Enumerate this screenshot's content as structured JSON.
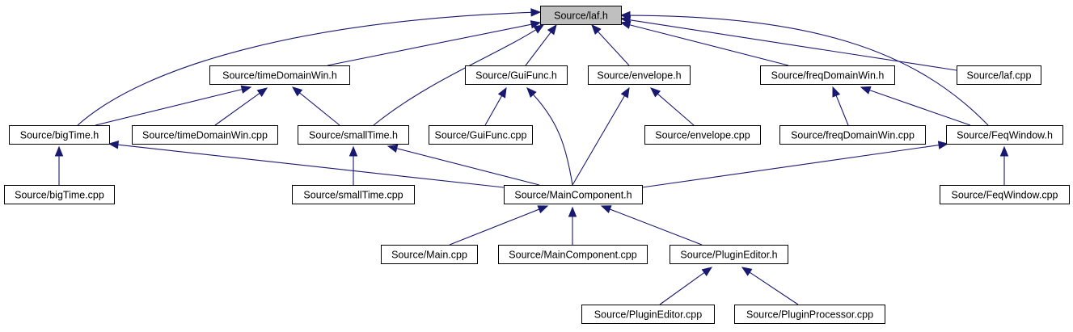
{
  "graph": {
    "nodes": [
      {
        "id": "laf_h",
        "label": "Source/laf.h",
        "root": true
      },
      {
        "id": "timeDomainWin_h",
        "label": "Source/timeDomainWin.h"
      },
      {
        "id": "GuiFunc_h",
        "label": "Source/GuiFunc.h"
      },
      {
        "id": "envelope_h",
        "label": "Source/envelope.h"
      },
      {
        "id": "freqDomainWin_h",
        "label": "Source/freqDomainWin.h"
      },
      {
        "id": "laf_cpp",
        "label": "Source/laf.cpp"
      },
      {
        "id": "bigTime_h",
        "label": "Source/bigTime.h"
      },
      {
        "id": "timeDomainWin_cpp",
        "label": "Source/timeDomainWin.cpp"
      },
      {
        "id": "smallTime_h",
        "label": "Source/smallTime.h"
      },
      {
        "id": "GuiFunc_cpp",
        "label": "Source/GuiFunc.cpp"
      },
      {
        "id": "envelope_cpp",
        "label": "Source/envelope.cpp"
      },
      {
        "id": "freqDomainWin_cpp",
        "label": "Source/freqDomainWin.cpp"
      },
      {
        "id": "FeqWindow_h",
        "label": "Source/FeqWindow.h"
      },
      {
        "id": "bigTime_cpp",
        "label": "Source/bigTime.cpp"
      },
      {
        "id": "smallTime_cpp",
        "label": "Source/smallTime.cpp"
      },
      {
        "id": "MainComponent_h",
        "label": "Source/MainComponent.h"
      },
      {
        "id": "FeqWindow_cpp",
        "label": "Source/FeqWindow.cpp"
      },
      {
        "id": "Main_cpp",
        "label": "Source/Main.cpp"
      },
      {
        "id": "MainComponent_cpp",
        "label": "Source/MainComponent.cpp"
      },
      {
        "id": "PluginEditor_h",
        "label": "Source/PluginEditor.h"
      },
      {
        "id": "PluginEditor_cpp",
        "label": "Source/PluginEditor.cpp"
      },
      {
        "id": "PluginProcessor_cpp",
        "label": "Source/PluginProcessor.cpp"
      }
    ],
    "edges": [
      {
        "from": "timeDomainWin_h",
        "to": "laf_h"
      },
      {
        "from": "GuiFunc_h",
        "to": "laf_h"
      },
      {
        "from": "envelope_h",
        "to": "laf_h"
      },
      {
        "from": "freqDomainWin_h",
        "to": "laf_h"
      },
      {
        "from": "laf_cpp",
        "to": "laf_h"
      },
      {
        "from": "bigTime_h",
        "to": "laf_h"
      },
      {
        "from": "smallTime_h",
        "to": "laf_h"
      },
      {
        "from": "FeqWindow_h",
        "to": "laf_h"
      },
      {
        "from": "bigTime_h",
        "to": "timeDomainWin_h"
      },
      {
        "from": "timeDomainWin_cpp",
        "to": "timeDomainWin_h"
      },
      {
        "from": "smallTime_h",
        "to": "timeDomainWin_h"
      },
      {
        "from": "GuiFunc_cpp",
        "to": "GuiFunc_h"
      },
      {
        "from": "MainComponent_h",
        "to": "GuiFunc_h"
      },
      {
        "from": "MainComponent_h",
        "to": "envelope_h"
      },
      {
        "from": "envelope_cpp",
        "to": "envelope_h"
      },
      {
        "from": "freqDomainWin_cpp",
        "to": "freqDomainWin_h"
      },
      {
        "from": "FeqWindow_h",
        "to": "freqDomainWin_h"
      },
      {
        "from": "bigTime_cpp",
        "to": "bigTime_h"
      },
      {
        "from": "MainComponent_h",
        "to": "bigTime_h"
      },
      {
        "from": "smallTime_cpp",
        "to": "smallTime_h"
      },
      {
        "from": "MainComponent_h",
        "to": "smallTime_h"
      },
      {
        "from": "MainComponent_h",
        "to": "FeqWindow_h"
      },
      {
        "from": "FeqWindow_cpp",
        "to": "FeqWindow_h"
      },
      {
        "from": "Main_cpp",
        "to": "MainComponent_h"
      },
      {
        "from": "MainComponent_cpp",
        "to": "MainComponent_h"
      },
      {
        "from": "PluginEditor_h",
        "to": "MainComponent_h"
      },
      {
        "from": "PluginEditor_cpp",
        "to": "PluginEditor_h"
      },
      {
        "from": "PluginProcessor_cpp",
        "to": "PluginEditor_h"
      }
    ]
  }
}
